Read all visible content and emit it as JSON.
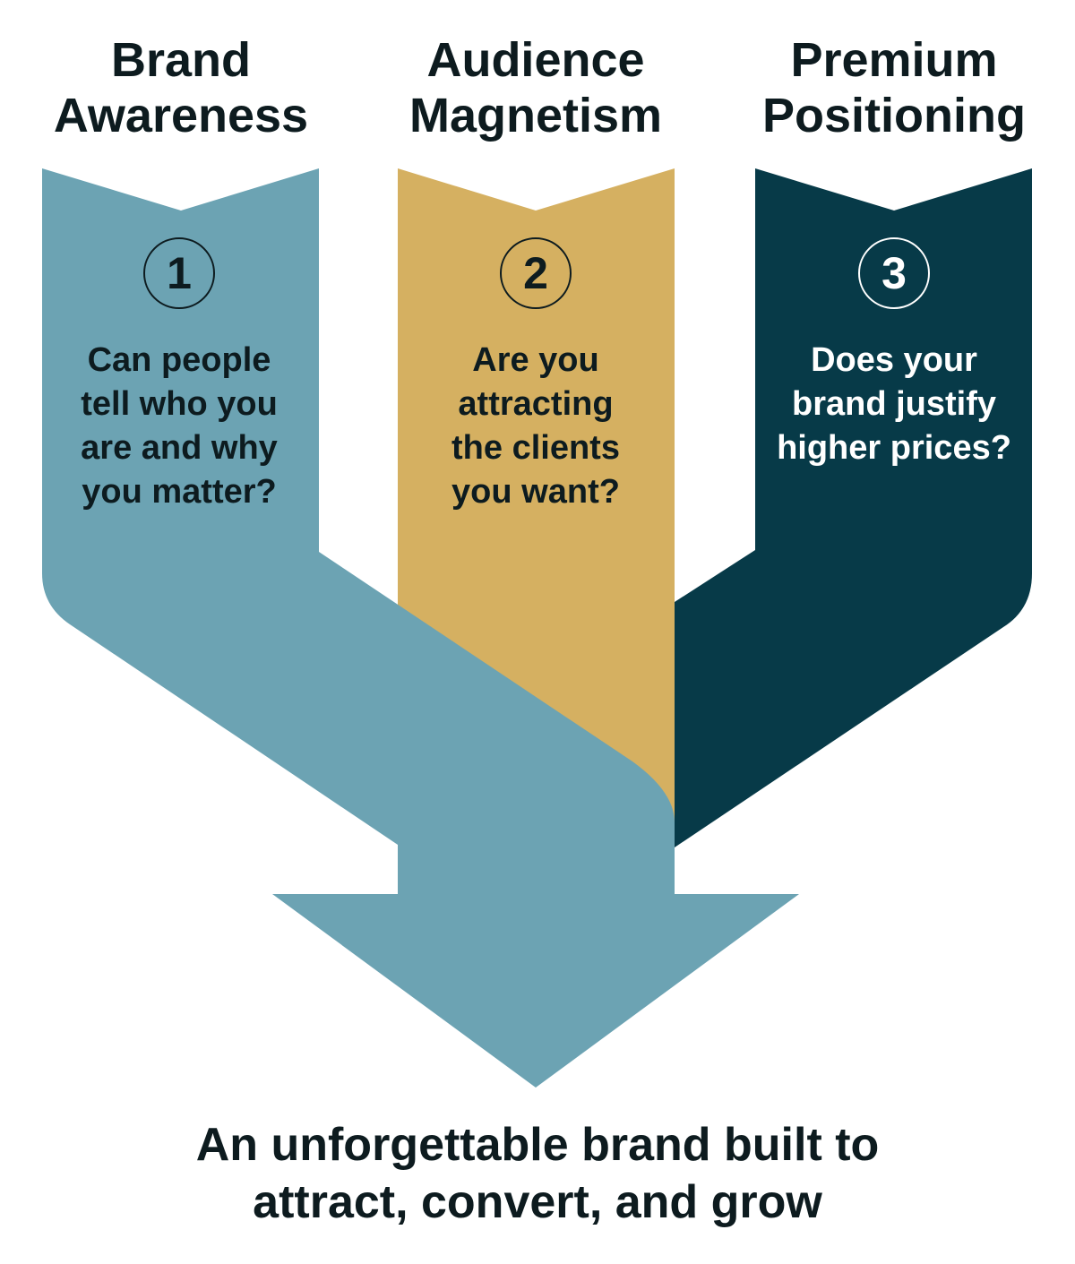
{
  "colors": {
    "stage1": "#6ca3b3",
    "stage2": "#d5b061",
    "stage3": "#073a48",
    "text_dark": "#0d1b1f",
    "text_light": "#ffffff"
  },
  "stages": [
    {
      "number": "1",
      "title_lines": [
        "Brand",
        "Awareness"
      ],
      "question_lines": [
        "Can people",
        "tell who you",
        "are and why",
        "you matter?"
      ]
    },
    {
      "number": "2",
      "title_lines": [
        "Audience",
        "Magnetism"
      ],
      "question_lines": [
        "Are you",
        "attracting",
        "the clients",
        "you want?"
      ]
    },
    {
      "number": "3",
      "title_lines": [
        "Premium",
        "Positioning"
      ],
      "question_lines": [
        "Does your",
        "brand justify",
        "higher prices?"
      ]
    }
  ],
  "conclusion_lines": [
    "An unforgettable brand built to",
    "attract, convert, and grow"
  ]
}
